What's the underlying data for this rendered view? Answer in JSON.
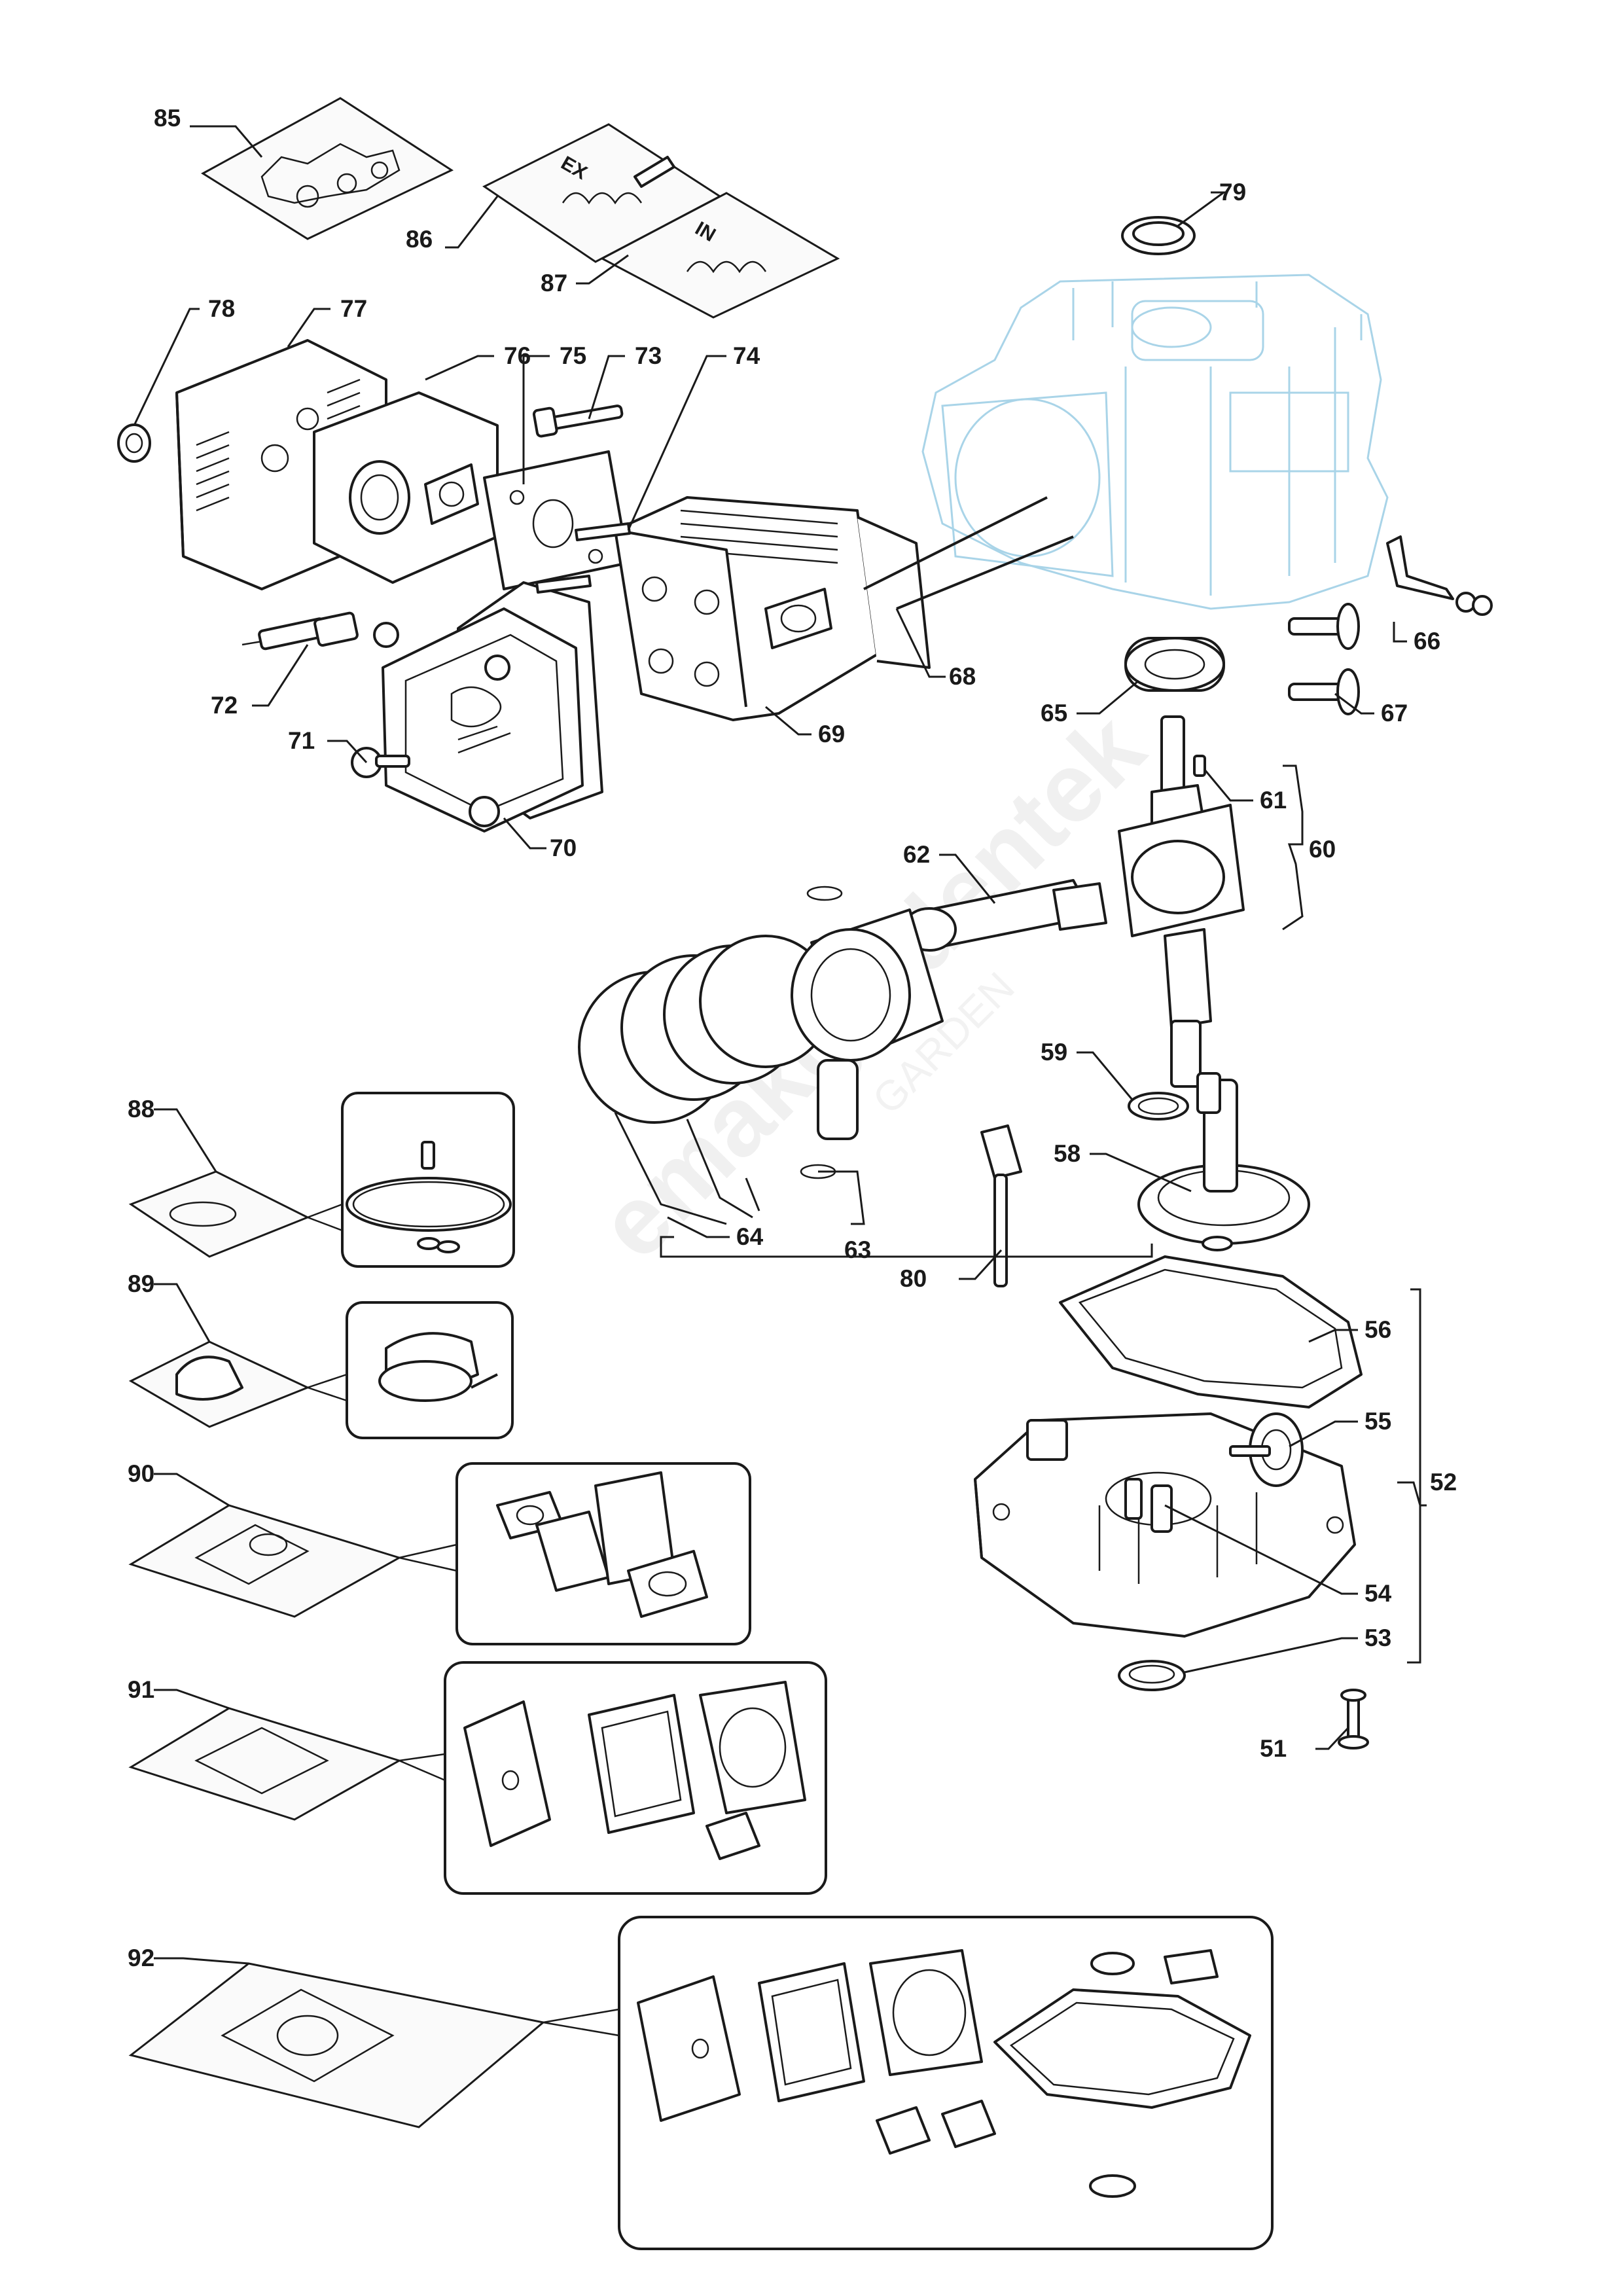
{
  "watermark": {
    "brand": "emakgardentek",
    "sub": "GARDEN"
  },
  "bag_marks": {
    "exhaust": "EX",
    "intake": "IN"
  },
  "colors": {
    "ink": "#1a1a1a",
    "ghost_block": "#a9d4e8",
    "watermark": "#f0f0f0"
  },
  "callouts": [
    "85",
    "86",
    "87",
    "79",
    "78",
    "77",
    "76",
    "75",
    "73",
    "74",
    "72",
    "71",
    "70",
    "69",
    "68",
    "66",
    "65",
    "67",
    "61",
    "60",
    "62",
    "59",
    "58",
    "64",
    "63",
    "80",
    "56",
    "55",
    "52",
    "54",
    "53",
    "51",
    "88",
    "89",
    "90",
    "91",
    "92"
  ]
}
